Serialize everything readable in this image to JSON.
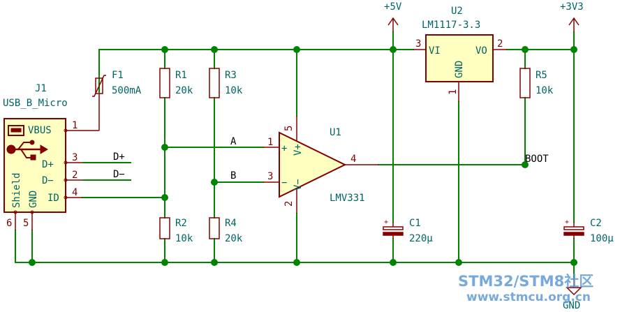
{
  "theme": {
    "wire": "#008400",
    "body": "#840000",
    "text": "#006464",
    "ref": "#006464",
    "fill": "#ffffc2",
    "junction": "#008400",
    "watermark": "#5f9ad6"
  },
  "power": {
    "vplus5": "+5V",
    "vplus33": "+3V3",
    "gnd": "GND"
  },
  "j1": {
    "ref": "J1",
    "value": "USB_B_Micro",
    "pins": [
      {
        "name": "VBUS",
        "num": "1"
      },
      {
        "name": "D+",
        "num": "3"
      },
      {
        "name": "D−",
        "num": "2"
      },
      {
        "name": "ID",
        "num": "4"
      },
      {
        "name": "Shield",
        "num": "6"
      },
      {
        "name": "GND",
        "num": "5"
      }
    ],
    "icon": "usb-icon"
  },
  "nets": {
    "dplus": "D+",
    "dminus": "D−",
    "a": "A",
    "b": "B",
    "boot": "BOOT"
  },
  "f1": {
    "ref": "F1",
    "value": "500mA"
  },
  "r1": {
    "ref": "R1",
    "value": "20k"
  },
  "r2": {
    "ref": "R2",
    "value": "10k"
  },
  "r3": {
    "ref": "R3",
    "value": "10k"
  },
  "r4": {
    "ref": "R4",
    "value": "20k"
  },
  "r5": {
    "ref": "R5",
    "value": "10k"
  },
  "u1": {
    "ref": "U1",
    "value": "LMV331",
    "pin_in_plus_label": "+",
    "pin_in_minus_label": "−",
    "pin_vplus_label": "V+",
    "pin_vminus_label": "V−",
    "pin_in_plus": "1",
    "pin_in_minus": "3",
    "pin_out": "4",
    "pin_vplus": "5",
    "pin_vminus": "2"
  },
  "u2": {
    "ref": "U2",
    "value": "LM1117-3.3",
    "vi": "VI",
    "vo": "VO",
    "gnd": "GND",
    "pin_vi": "3",
    "pin_vo": "2",
    "pin_gnd": "1"
  },
  "c1": {
    "ref": "C1",
    "value": "220µ",
    "plus": "+"
  },
  "c2": {
    "ref": "C2",
    "value": "100µ",
    "plus": "+"
  },
  "watermark": {
    "line1": "STM32/STM8社区",
    "line2": "www.stmcu.org.cn"
  }
}
